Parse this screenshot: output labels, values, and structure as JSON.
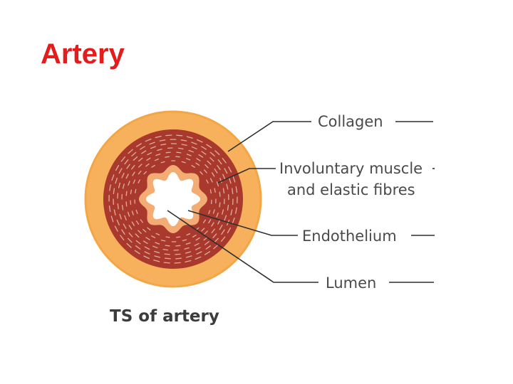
{
  "title": "Artery",
  "colors": {
    "title": "#e31c1c",
    "collagen": "#f7b15c",
    "collagen_edge": "#f3a645",
    "muscle": "#a8392c",
    "fibres": "#e9c2b6",
    "endothelium": "#f3ad74",
    "lumen": "#ffffff"
  },
  "labels": {
    "collagen": "Collagen",
    "muscle_line1": "Involuntary muscle",
    "muscle_line2": "and elastic fibres",
    "endothelium": "Endothelium",
    "lumen": "Lumen"
  },
  "caption": "TS of artery"
}
